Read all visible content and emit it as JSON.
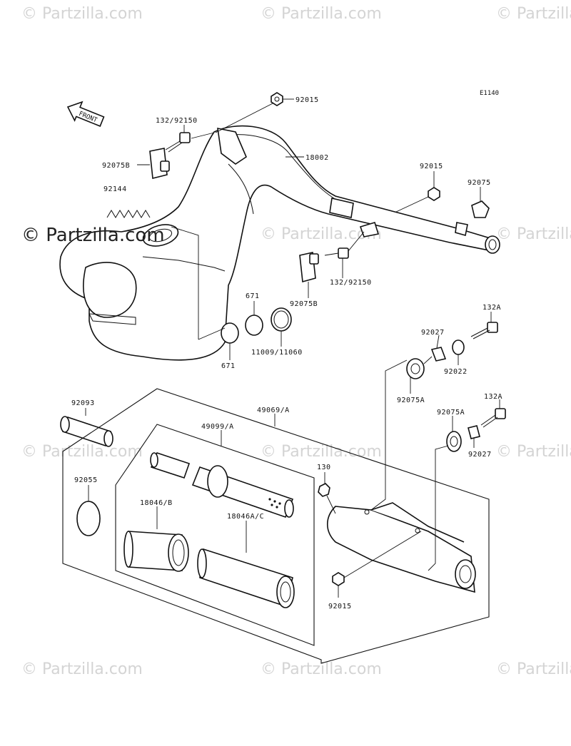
{
  "diagram": {
    "code": "E1140",
    "front_label": "FRONT",
    "labels": {
      "p92015_top": "92015",
      "p132_92150_top": "132/92150",
      "p92075B_top": "92075B",
      "p18002": "18002",
      "p92015_right": "92015",
      "p92075_right": "92075",
      "p92144": "92144",
      "p132_92150_mid": "132/92150",
      "p92075B_mid": "92075B",
      "p671_upper": "671",
      "p671_lower": "671",
      "p11009_11060": "11009/11060",
      "p132A_upper": "132A",
      "p92027_upper": "92027",
      "p92022": "92022",
      "p92075A_upper": "92075A",
      "p92093": "92093",
      "p49069A": "49069/A",
      "p49099A": "49099/A",
      "p132A_lower": "132A",
      "p92075A_lower": "92075A",
      "p92027_lower": "92027",
      "p92055": "92055",
      "p130": "130",
      "p18046B": "18046/B",
      "p18046AC": "18046A/C",
      "p92015_bottom": "92015"
    },
    "watermark_text": "© Partzilla.com",
    "watermark_large": "© Partzilla.com"
  }
}
